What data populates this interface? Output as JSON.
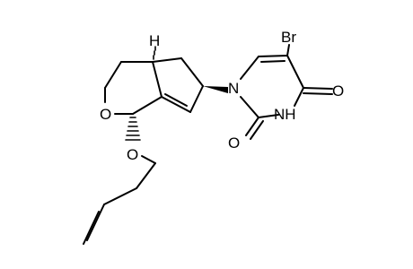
{
  "molecule": {
    "atoms": {
      "bromine": "Br",
      "nitrogen_ring": "N",
      "nitrogen_nh": "NH",
      "oxygen_carbonyl_top": "O",
      "oxygen_carbonyl_bottom": "O",
      "oxygen_ring": "O",
      "oxygen_ether": "O",
      "hydrogen_stereo": "H"
    },
    "colors": {
      "bond": "#000000",
      "label": "#000000",
      "background": "#ffffff"
    }
  }
}
